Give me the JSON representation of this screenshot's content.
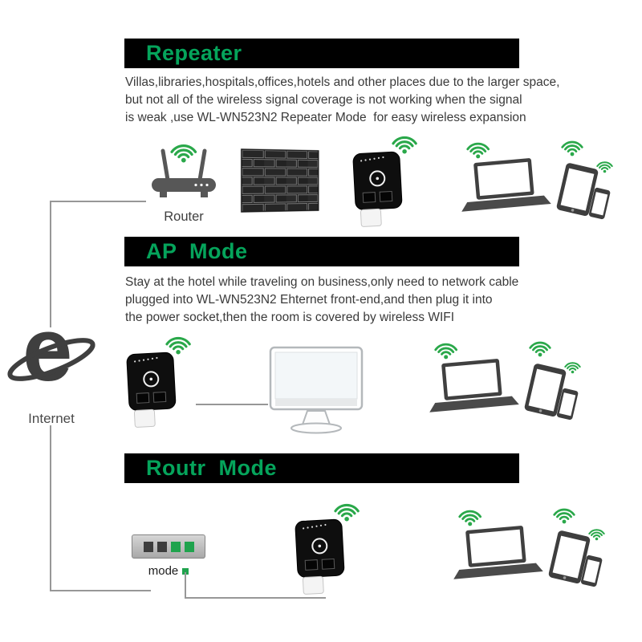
{
  "colors": {
    "header_bg": "#000000",
    "title_green": "#05a45b",
    "wifi_green": "#2aa84a",
    "body_text": "#3a3a3a",
    "indicator_green": "#1fa34d"
  },
  "icons": {
    "ie_letter": "e"
  },
  "sections": {
    "repeater": {
      "title": "Repeater",
      "desc_lines": [
        "Villas,libraries,hospitals,offices,hotels and other places due to the larger space,",
        "but not all of the wireless signal coverage is not working when the signal",
        "is weak ,use WL-WN523N2 Repeater Mode  for easy wireless expansion"
      ],
      "router_label": "Router"
    },
    "ap_mode": {
      "title": "AP  Mode",
      "desc_lines": [
        "Stay at the hotel while traveling on business,only need to network cable",
        "plugged into WL-WN523N2 Ehternet front-end,and then plug it into",
        "the power socket,then the room is covered by wireless WIFI"
      ],
      "internet_label": "Internet"
    },
    "router_mode": {
      "title": "Routr  Mode",
      "modem_label": "mode"
    }
  }
}
